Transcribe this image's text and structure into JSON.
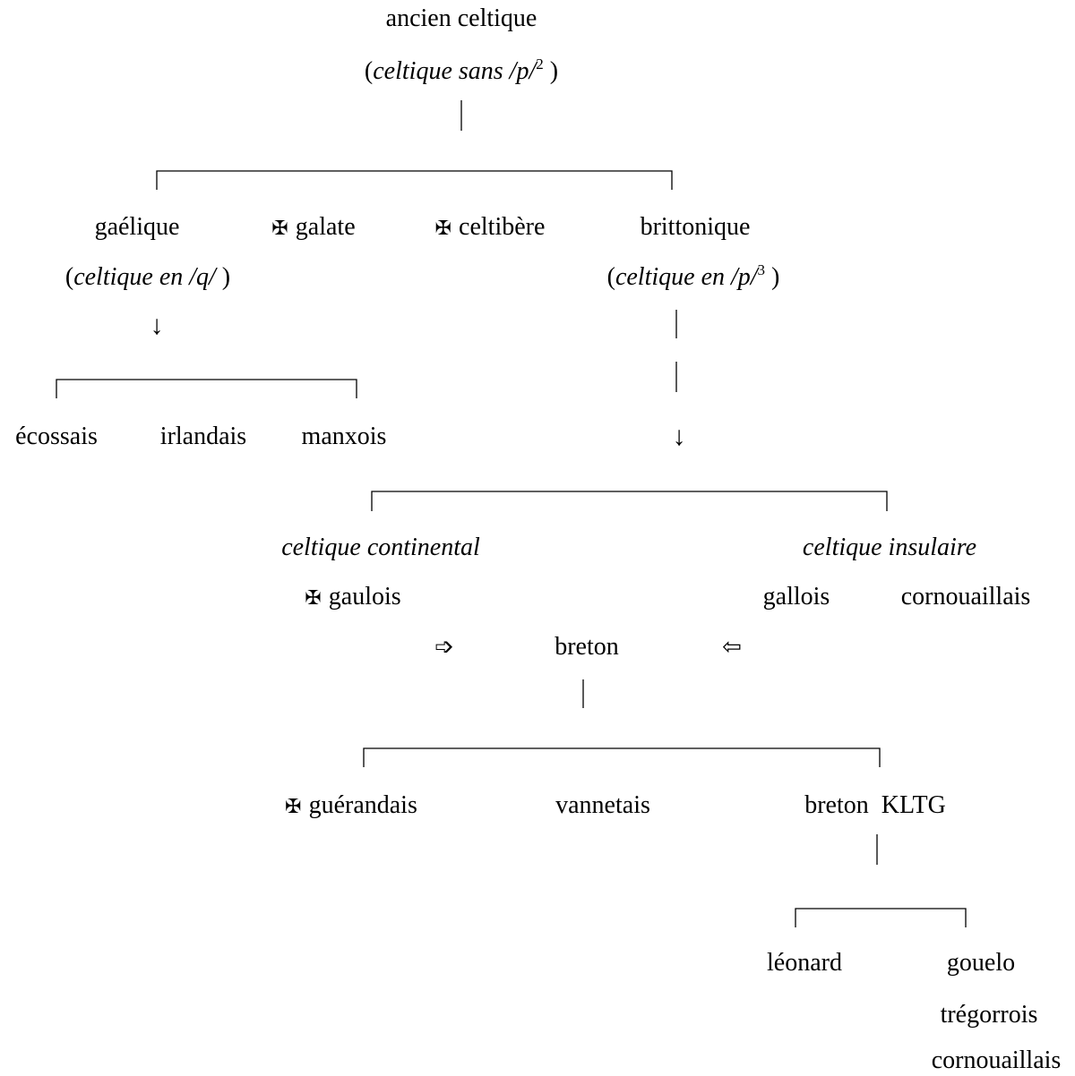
{
  "root": {
    "name": "ancien celtique",
    "note_open": "(",
    "note_main": "celtique sans /p/",
    "note_sup": "2",
    "note_close": " )"
  },
  "branches": {
    "gaelique": {
      "name": "gaélique",
      "note_open": "(",
      "note_main": "celtique en /q/",
      "note_close": " )",
      "children": [
        "écossais",
        "irlandais",
        "manxois"
      ]
    },
    "galate": "galate",
    "celtibere": "celtibère",
    "brittonique": {
      "name": "brittonique",
      "note_open": "(",
      "note_main": "celtique en /p/",
      "note_sup": "3",
      "note_close": " )"
    }
  },
  "groups": {
    "continental": "celtique continental",
    "insulaire": "celtique insulaire",
    "gaulois": "gaulois",
    "gallois": "gallois",
    "cornouaillais": "cornouaillais"
  },
  "breton": {
    "name": "breton",
    "children": {
      "guerandais": "guérandais",
      "vannetais": "vannetais",
      "kltg": "breton  KLTG"
    }
  },
  "kltg_children": {
    "leonard": "léonard",
    "gouelo": "gouelo",
    "tregorrois": "trégorrois",
    "cornouaillais": "cornouaillais"
  },
  "symbols": {
    "extinct": "✠",
    "arrow_down": "↓",
    "arrow_right": "➩",
    "arrow_left": "⇦"
  }
}
